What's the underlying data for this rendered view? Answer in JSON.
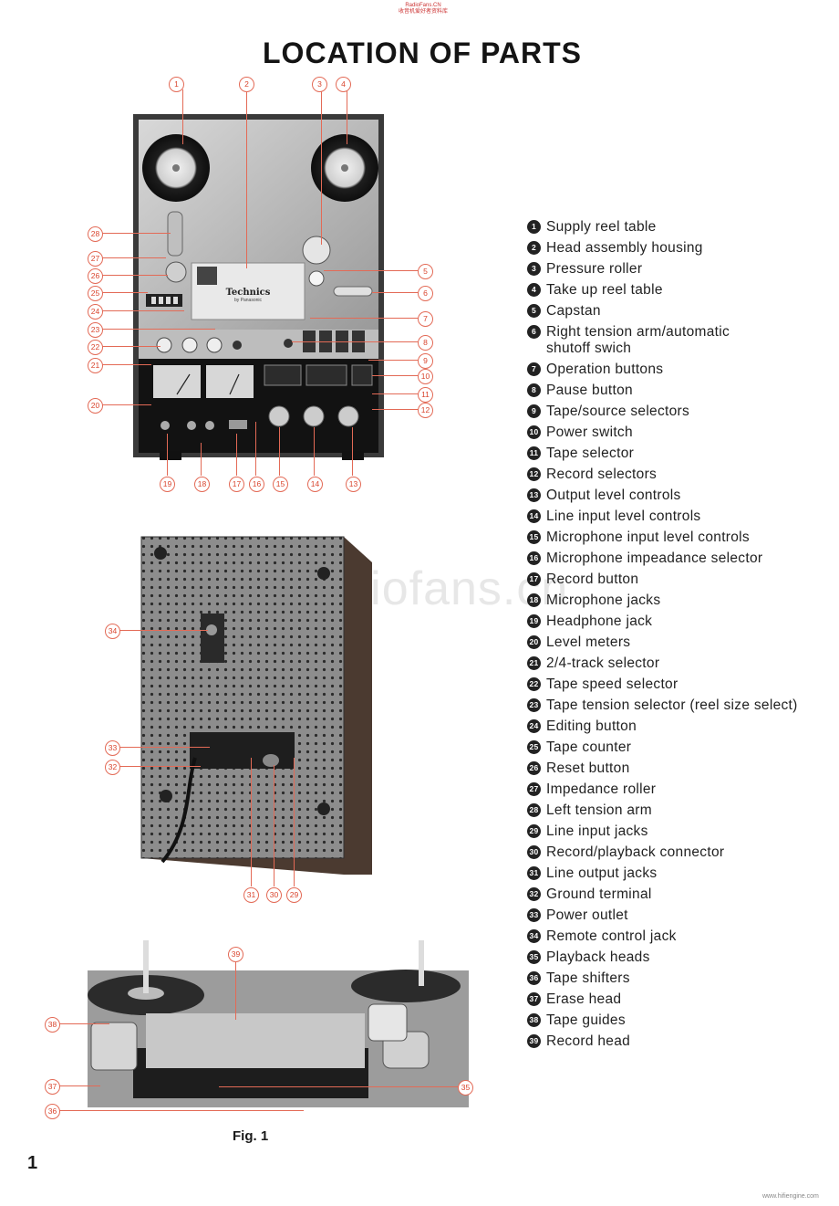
{
  "watermark_top": [
    "RadioFans.CN",
    "收音机爱好者资料库"
  ],
  "title": "LOCATION OF PARTS",
  "caption": "Fig. 1",
  "page_number": "1",
  "site_watermark": "www.hifiengine.com",
  "bg_watermark": "radiofans.cn",
  "parts": [
    {
      "num": "1",
      "label": "Supply reel table"
    },
    {
      "num": "2",
      "label": "Head assembly housing"
    },
    {
      "num": "3",
      "label": "Pressure roller"
    },
    {
      "num": "4",
      "label": "Take up reel table"
    },
    {
      "num": "5",
      "label": "Capstan"
    },
    {
      "num": "6",
      "label": "Right tension arm/automatic shutoff swich"
    },
    {
      "num": "7",
      "label": "Operation buttons"
    },
    {
      "num": "8",
      "label": "Pause button"
    },
    {
      "num": "9",
      "label": "Tape/source selectors"
    },
    {
      "num": "10",
      "label": "Power switch"
    },
    {
      "num": "11",
      "label": "Tape selector"
    },
    {
      "num": "12",
      "label": "Record selectors"
    },
    {
      "num": "13",
      "label": "Output level controls"
    },
    {
      "num": "14",
      "label": "Line input level controls"
    },
    {
      "num": "15",
      "label": "Microphone input level controls"
    },
    {
      "num": "16",
      "label": "Microphone impeadance selector"
    },
    {
      "num": "17",
      "label": "Record button"
    },
    {
      "num": "18",
      "label": "Microphone jacks"
    },
    {
      "num": "19",
      "label": "Headphone jack"
    },
    {
      "num": "20",
      "label": "Level meters"
    },
    {
      "num": "21",
      "label": "2/4-track selector"
    },
    {
      "num": "22",
      "label": "Tape speed selector"
    },
    {
      "num": "23",
      "label": "Tape tension selector (reel size select)"
    },
    {
      "num": "24",
      "label": "Editing button"
    },
    {
      "num": "25",
      "label": "Tape counter"
    },
    {
      "num": "26",
      "label": "Reset button"
    },
    {
      "num": "27",
      "label": "Impedance roller"
    },
    {
      "num": "28",
      "label": "Left tension arm"
    },
    {
      "num": "29",
      "label": "Line input jacks"
    },
    {
      "num": "30",
      "label": "Record/playback connector"
    },
    {
      "num": "31",
      "label": "Line output jacks"
    },
    {
      "num": "32",
      "label": "Ground terminal"
    },
    {
      "num": "33",
      "label": "Power outlet"
    },
    {
      "num": "34",
      "label": "Remote control jack"
    },
    {
      "num": "35",
      "label": "Playback heads"
    },
    {
      "num": "36",
      "label": "Tape shifters"
    },
    {
      "num": "37",
      "label": "Erase head"
    },
    {
      "num": "38",
      "label": "Tape guides"
    },
    {
      "num": "39",
      "label": "Record head"
    }
  ],
  "front_panel": {
    "brand": "Technics",
    "brand_sub": "by Panasonic"
  }
}
